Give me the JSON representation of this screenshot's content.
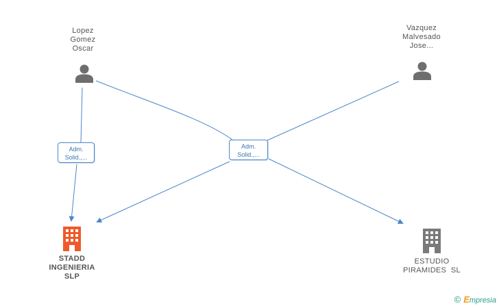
{
  "persons": [
    {
      "id": "p1",
      "name_lines": [
        "Lopez",
        "Gomez",
        "Oscar"
      ]
    },
    {
      "id": "p2",
      "name_lines": [
        "Vazquez",
        "Malvesado",
        "Jose..."
      ]
    }
  ],
  "companies": [
    {
      "id": "c1",
      "name_lines": [
        "STADD",
        "INGENIERIA",
        "SLP"
      ],
      "color": "#ef5a2a"
    },
    {
      "id": "c2",
      "name_lines": [
        "ESTUDIO",
        "PIRAMIDES  SL"
      ],
      "color": "#7a7a7a"
    }
  ],
  "relations": [
    {
      "id": "r1",
      "label_lines": [
        "Adm.",
        "Solid.,..."
      ]
    },
    {
      "id": "r2",
      "label_lines": [
        "Adm.",
        "Solid.,..."
      ]
    }
  ],
  "colors": {
    "edge": "#4a86c8",
    "person_icon": "#6e6e6e"
  },
  "watermark": {
    "copyright": "©",
    "brand_initial": "E",
    "brand_rest": "mpresia"
  }
}
